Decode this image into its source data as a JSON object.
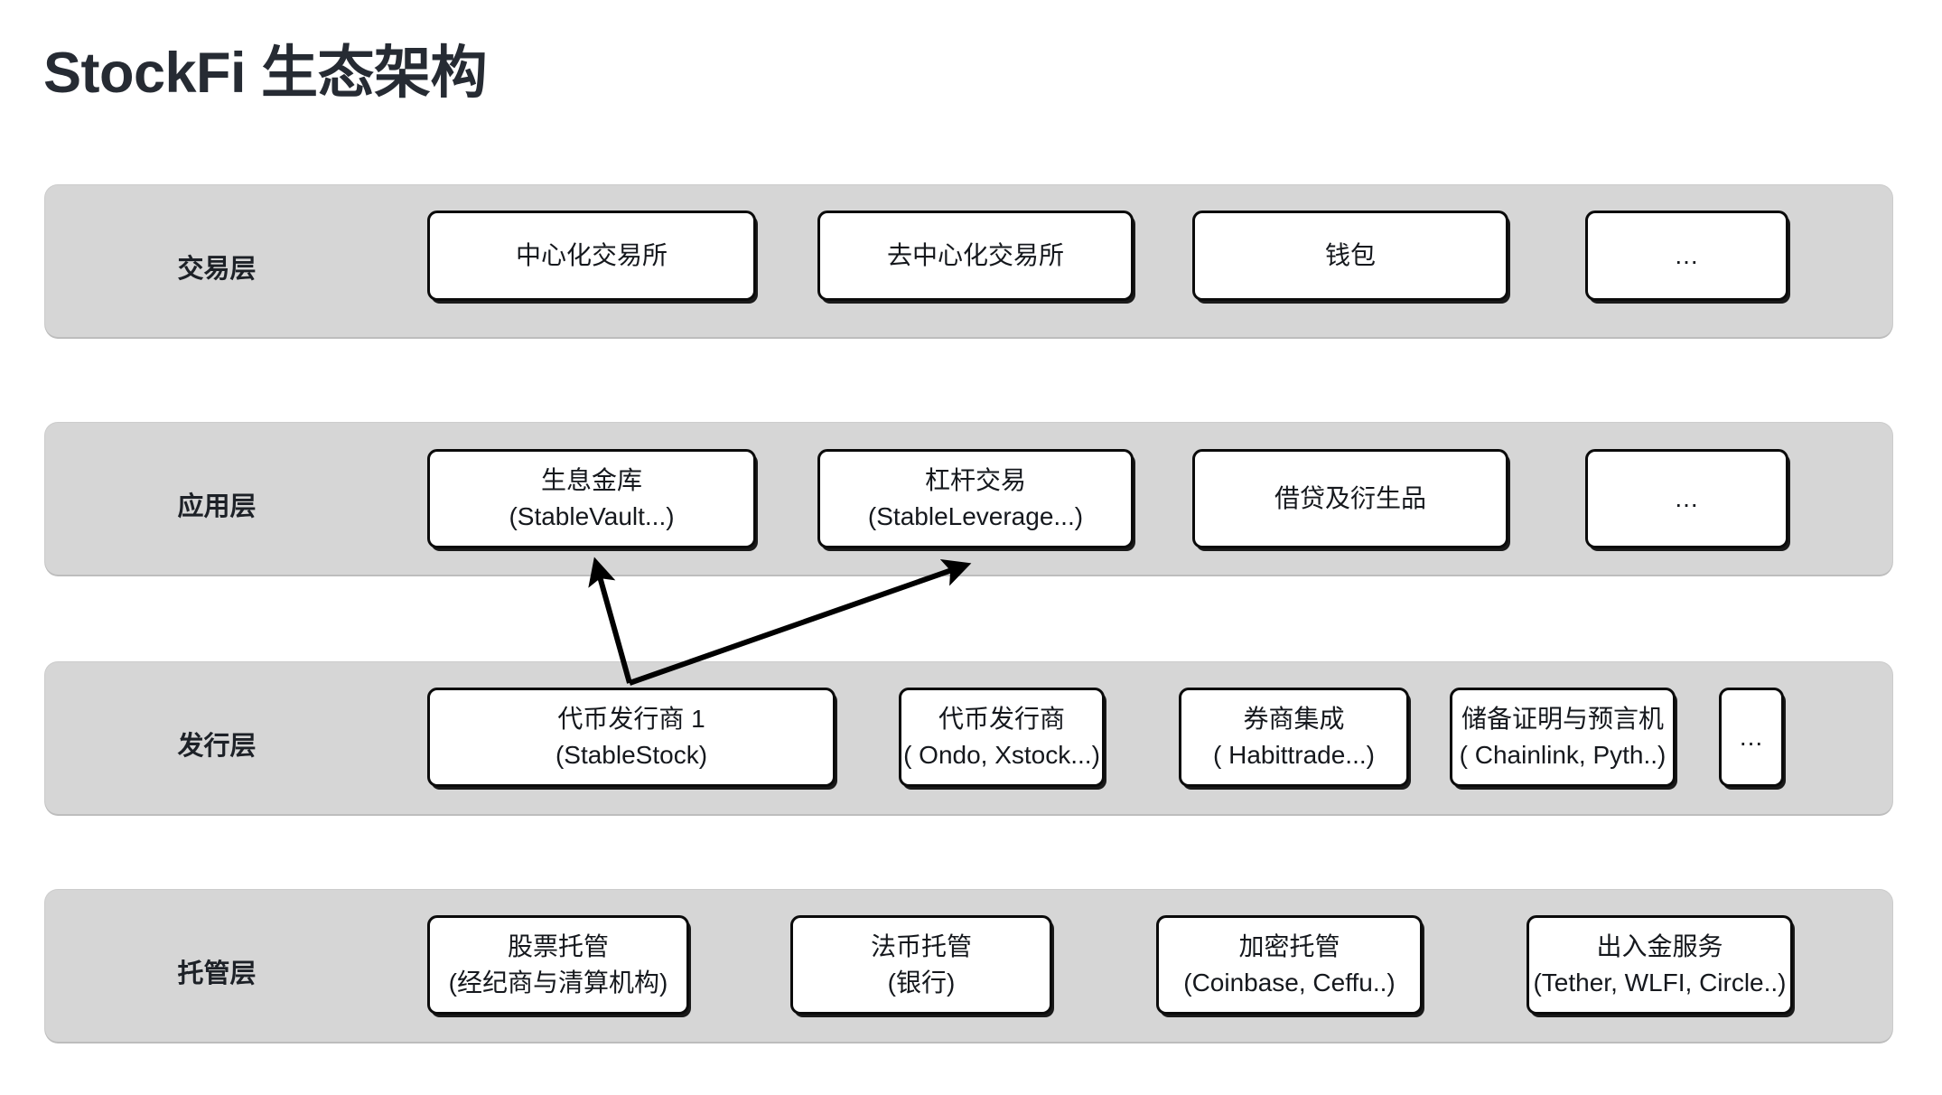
{
  "title": "StockFi 生态架构",
  "colors": {
    "band_fill": "#d6d6d6",
    "box_fill": "#ffffff",
    "box_border": "#0b0b0b",
    "title_text": "#262b33",
    "arrow": "#000000",
    "page_background": "#ffffff"
  },
  "layers": [
    {
      "id": "trading",
      "label": "交易层",
      "nodes": [
        {
          "id": "cex",
          "line1": "中心化交易所",
          "line2": ""
        },
        {
          "id": "dex",
          "line1": "去中心化交易所",
          "line2": ""
        },
        {
          "id": "wallet",
          "line1": "钱包",
          "line2": ""
        },
        {
          "id": "more-trading",
          "line1": "...",
          "line2": ""
        }
      ]
    },
    {
      "id": "application",
      "label": "应用层",
      "nodes": [
        {
          "id": "yield-vault",
          "line1": "生息金库",
          "line2": "(StableVault...)"
        },
        {
          "id": "leverage-trading",
          "line1": "杠杆交易",
          "line2": "(StableLeverage...)"
        },
        {
          "id": "lending-derivatives",
          "line1": "借贷及衍生品",
          "line2": ""
        },
        {
          "id": "more-application",
          "line1": "...",
          "line2": ""
        }
      ]
    },
    {
      "id": "issuance",
      "label": "发行层",
      "nodes": [
        {
          "id": "token-issuer-1",
          "line1": "代币发行商 1",
          "line2": "(StableStock)"
        },
        {
          "id": "token-issuer-2",
          "line1": "代币发行商",
          "line2": "( Ondo, Xstock...)"
        },
        {
          "id": "broker-integration",
          "line1": "券商集成",
          "line2": "( Habittrade...)"
        },
        {
          "id": "proof-of-reserve-oracle",
          "line1": "储备证明与预言机",
          "line2": "( Chainlink, Pyth..)"
        },
        {
          "id": "more-issuance",
          "line1": "...",
          "line2": ""
        }
      ]
    },
    {
      "id": "custody",
      "label": "托管层",
      "nodes": [
        {
          "id": "stock-custody",
          "line1": "股票托管",
          "line2": "(经纪商与清算机构)"
        },
        {
          "id": "fiat-custody",
          "line1": "法币托管",
          "line2": "(银行)"
        },
        {
          "id": "crypto-custody",
          "line1": "加密托管",
          "line2": "(Coinbase, Ceffu..)"
        },
        {
          "id": "onramp-offramp",
          "line1": "出入金服务",
          "line2": "(Tether, WLFI, Circle..)"
        }
      ]
    }
  ],
  "connections": [
    {
      "id": "issuer1-to-yield-vault",
      "from": "token-issuer-1",
      "to": "yield-vault"
    },
    {
      "id": "issuer1-to-leverage-trading",
      "from": "token-issuer-1",
      "to": "leverage-trading"
    }
  ]
}
